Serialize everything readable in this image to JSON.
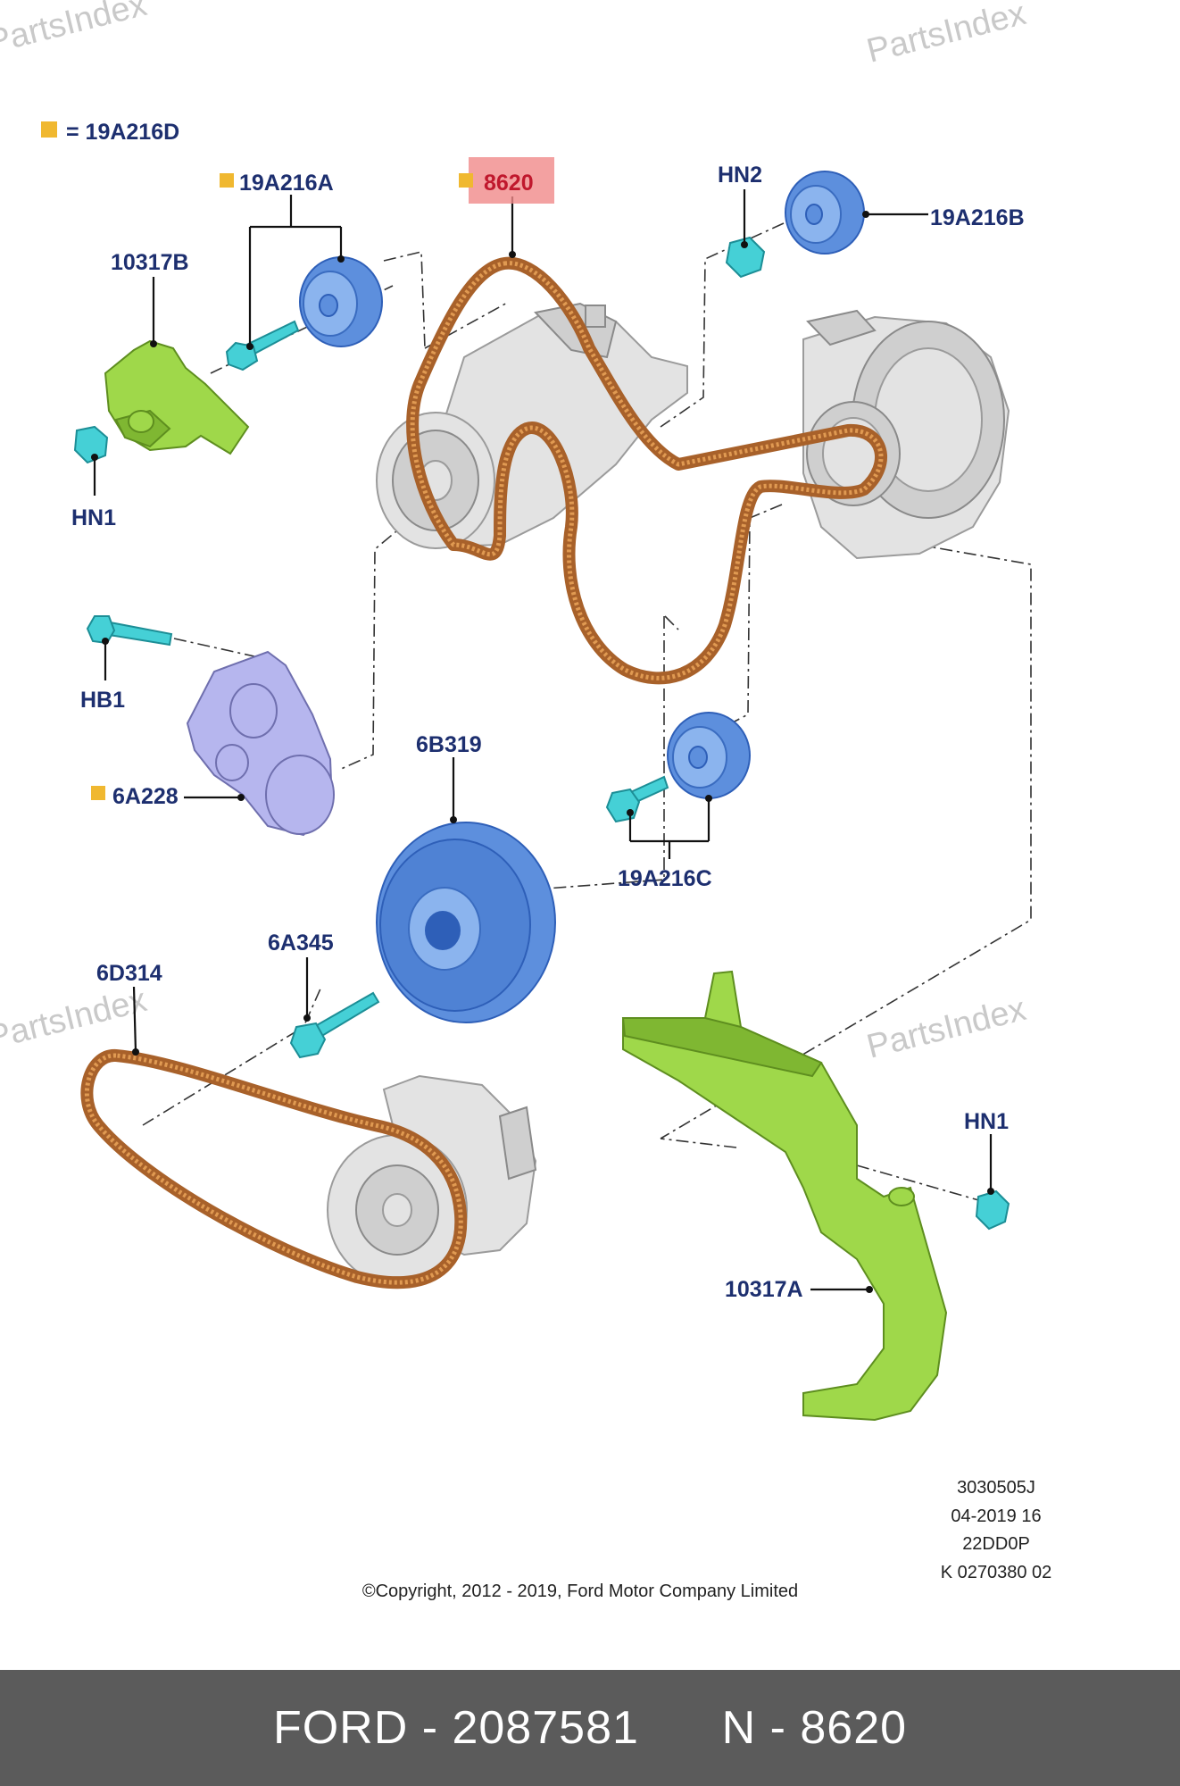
{
  "watermarks": [
    "PartsIndex",
    "PartsIndex",
    "PartsIndex",
    "PartsIndex"
  ],
  "legend": {
    "text": "= 19A216D"
  },
  "callouts": {
    "c19A216A": "19A216A",
    "c8620": "8620",
    "cHN2": "HN2",
    "c19A216B": "19A216B",
    "c10317B": "10317B",
    "cHN1a": "HN1",
    "cHB1": "HB1",
    "c6A228": "6A228",
    "c6B319": "6B319",
    "c19A216C": "19A216C",
    "c6A345": "6A345",
    "c6D314": "6D314",
    "cHN1b": "HN1",
    "c10317A": "10317A"
  },
  "highlight_color": "#f08a8a",
  "meta": {
    "code1": "3030505J",
    "code2": "04-2019 16",
    "code3": "22DD0P",
    "code4": "K 0270380 02",
    "copyright": "©Copyright, 2012 - 2019, Ford Motor Company Limited"
  },
  "footer": {
    "brand_part": "FORD - 2087581",
    "n_part": "N - 8620"
  }
}
